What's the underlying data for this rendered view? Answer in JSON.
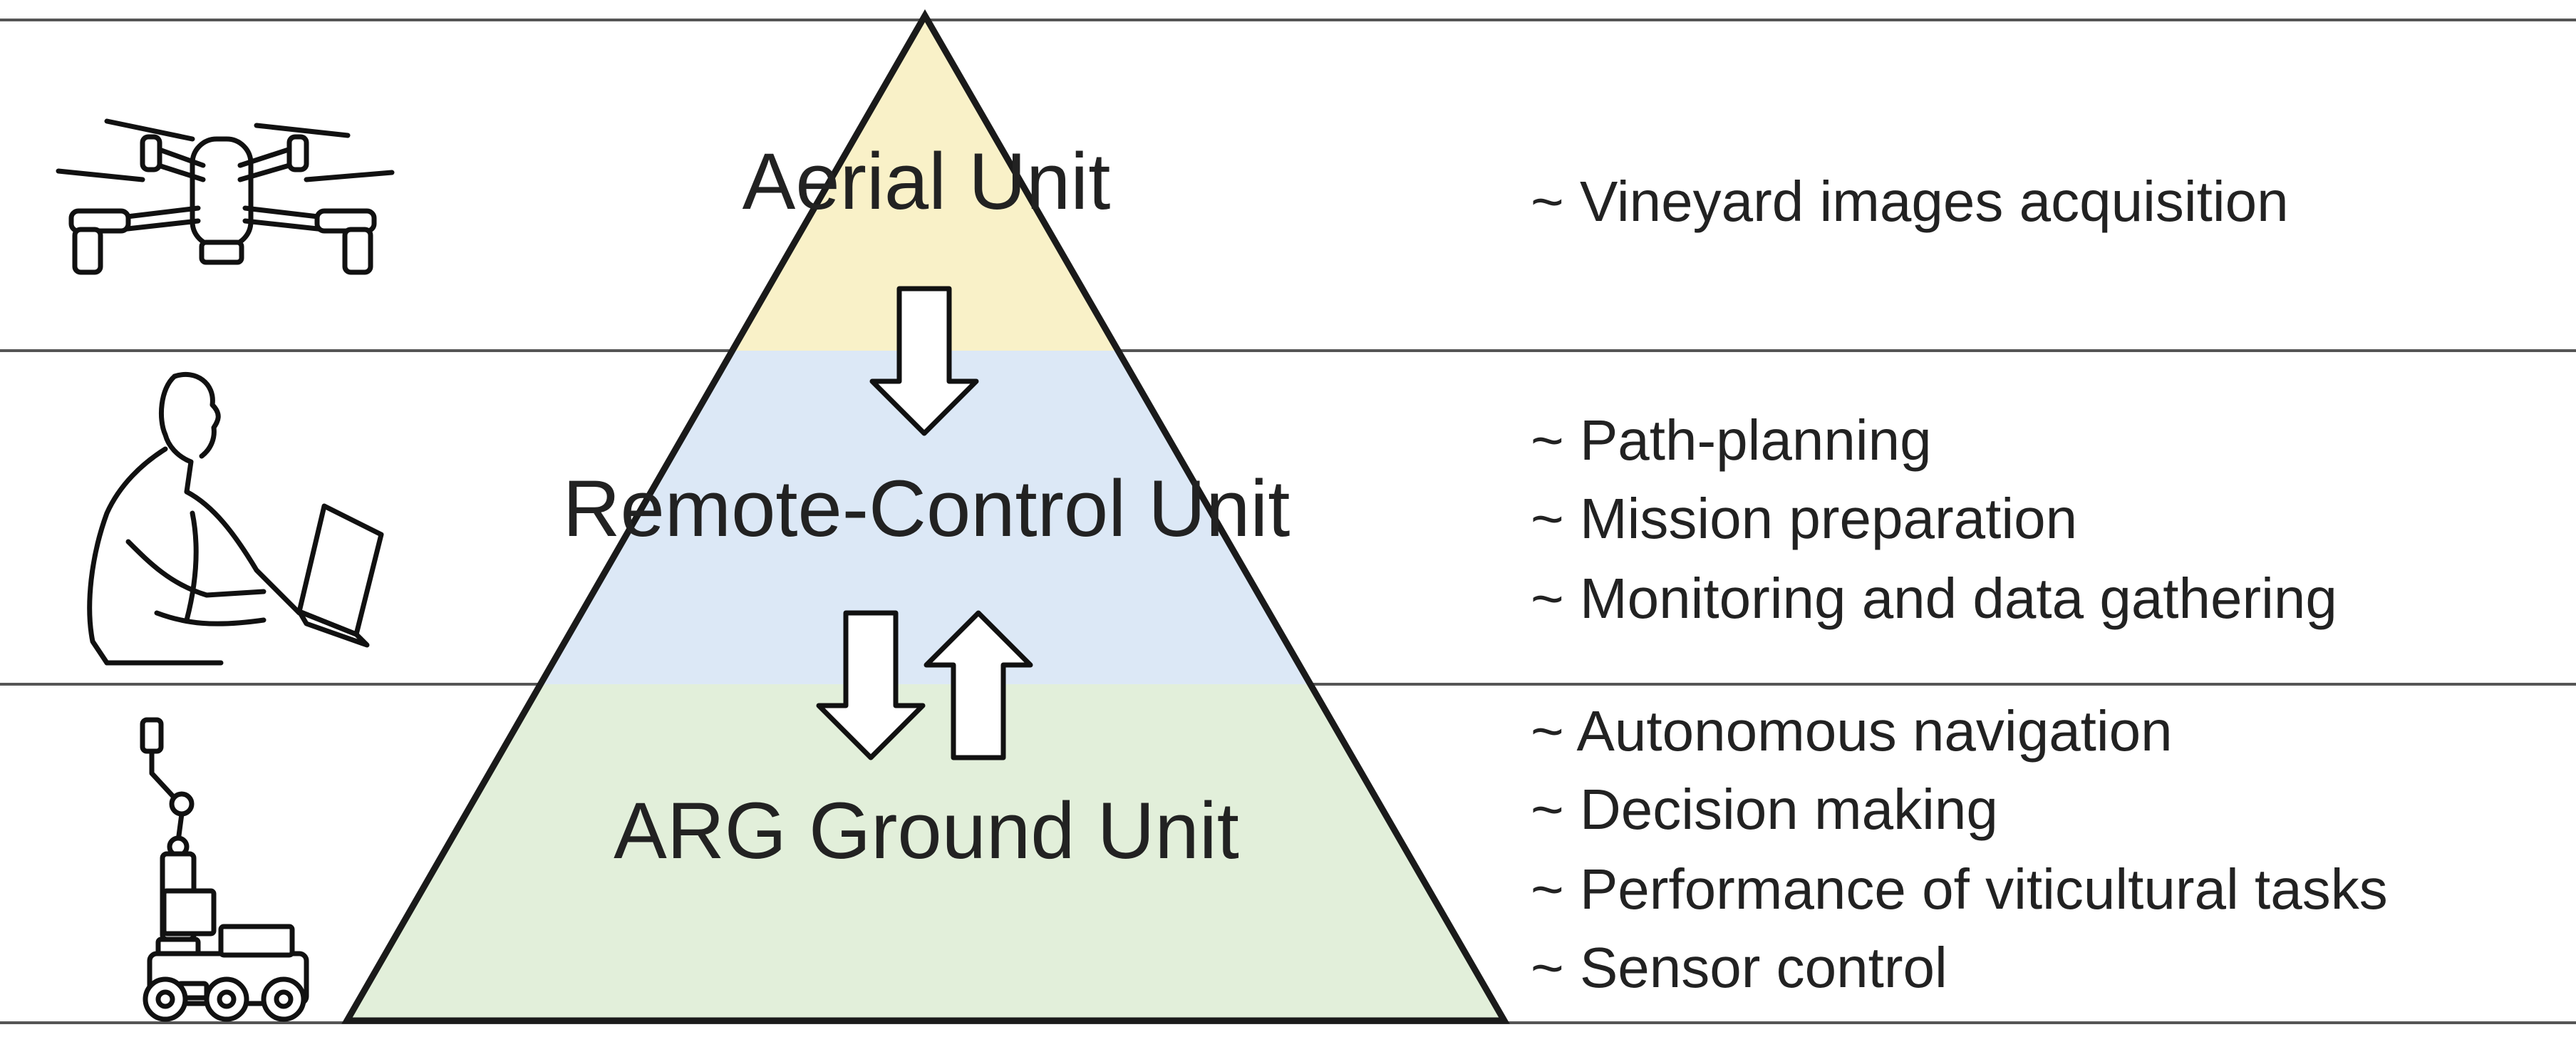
{
  "levels": [
    {
      "id": "aerial",
      "label": "Aerial Unit",
      "icon": "drone-icon",
      "color": "#f9f1c8",
      "tasks": [
        "~ Vineyard images acquisition"
      ]
    },
    {
      "id": "remote",
      "label": "Remote-Control Unit",
      "icon": "operator-laptop-icon",
      "color": "#dce8f6",
      "tasks": [
        "~ Path-planning",
        "~ Mission preparation",
        "~ Monitoring and data gathering"
      ]
    },
    {
      "id": "ground",
      "label": "ARG Ground Unit",
      "icon": "ground-robot-icon",
      "color": "#e2efda",
      "tasks": [
        "~ Autonomous navigation",
        "~ Decision making",
        "~ Performance of viticultural tasks",
        "~ Sensor control"
      ]
    }
  ]
}
